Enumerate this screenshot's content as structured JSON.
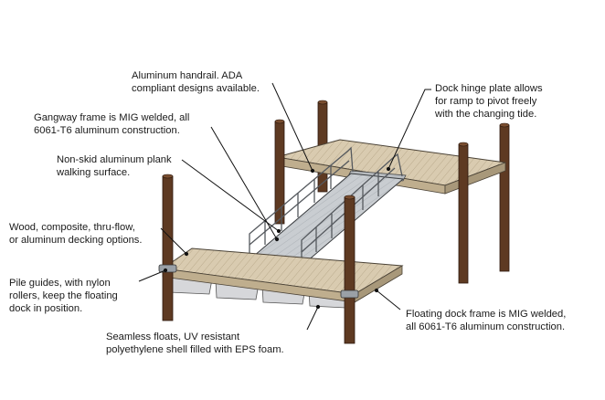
{
  "diagram": {
    "callouts": {
      "handrail": [
        "Aluminum handrail. ADA",
        "compliant designs available."
      ],
      "hinge_plate": [
        "Dock hinge plate allows",
        "for ramp to pivot freely",
        "with the changing tide."
      ],
      "gangway_frame": [
        "Gangway frame is MIG welded, all",
        "6061-T6 aluminum construction."
      ],
      "walking_surface": [
        "Non-skid aluminum plank",
        "walking surface."
      ],
      "decking": [
        "Wood, composite, thru-flow,",
        "or aluminum decking options."
      ],
      "pile_guides": [
        "Pile guides, with nylon",
        "rollers, keep the floating",
        "dock in position."
      ],
      "floating_frame": [
        "Floating dock frame is MIG welded,",
        "all 6061-T6 aluminum construction."
      ],
      "floats": [
        "Seamless floats, UV resistant",
        "polyethylene shell filled with EPS foam."
      ]
    },
    "colors": {
      "deck": "#d9cbb0",
      "deck_plank_line": "#a89878",
      "pile": "#5e3a22",
      "metal": "#c8ccd0",
      "float": "#d6d7da",
      "leader": "#111111"
    }
  }
}
